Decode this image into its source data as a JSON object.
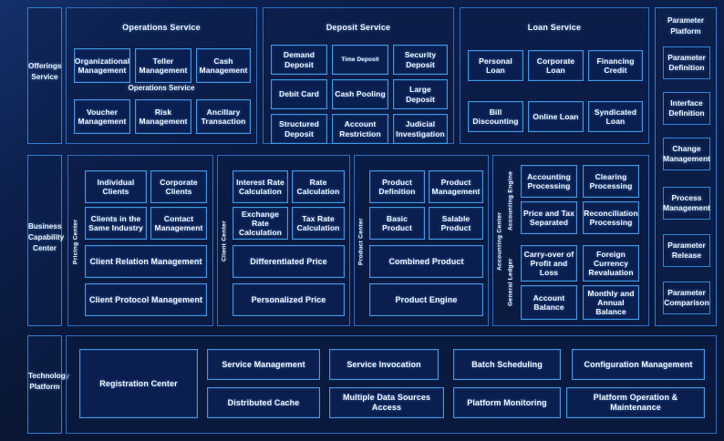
{
  "meta": {
    "title": "Banking Platform Architecture",
    "colors": {
      "background": "#0a1a3f",
      "panel_border": "#2e7fd6",
      "cell_border": "#3d9ae8",
      "text": "#f2f7ff"
    }
  },
  "rails": [
    {
      "name": "offerings-service",
      "label": "Offerings\nService",
      "line1": "Offerings",
      "line2": "Service"
    },
    {
      "name": "business-capability-center",
      "label": "Business Capability Center",
      "line1": "Business",
      "line2": "Capability",
      "line3": "Center"
    },
    {
      "name": "technology-platform",
      "label": "Technology Platform",
      "line1": "Technology",
      "line2": "Platform"
    }
  ],
  "offerings": {
    "groups": [
      {
        "id": "operations-service",
        "title": "Operations Service",
        "mid_label": "Operations Service",
        "cells": [
          "Organizational Management",
          "Teller Management",
          "Cash Management",
          "Voucher Management",
          "Risk Management",
          "Ancillary Transaction"
        ]
      },
      {
        "id": "deposit-service",
        "title": "Deposit Service",
        "mid_label": "",
        "cells": [
          "Demand Deposit",
          "Time Deposit",
          "Security Deposit",
          "Debit Card",
          "Cash Pooling",
          "Large Deposit",
          "Structured Deposit",
          "Account Restriction",
          "Judicial Investigation"
        ]
      },
      {
        "id": "loan-service",
        "title": "Loan Service",
        "mid_label": "",
        "cells": [
          "Personal Loan",
          "Corporate Loan",
          "Financing Credit",
          "Bill Discounting",
          "Online Loan",
          "Syndicated Loan"
        ]
      }
    ]
  },
  "business": {
    "groups": [
      {
        "id": "pricing-center",
        "vlabel": "Pricing Center",
        "cells2": [
          "Individual Clients",
          "Corporate Clients",
          "Clients in the Same Industry",
          "Contact Management"
        ],
        "wide": [
          "Client Relation Management",
          "Client Protocol Management"
        ]
      },
      {
        "id": "client-center",
        "vlabel": "Client Center",
        "cells2": [
          "Interest Rate Calculation",
          "Rate Calculation",
          "Exchange Rate Calculation",
          "Tax Rate Calculation"
        ],
        "wide": [
          "Differentiated Price",
          "Personalized Price"
        ]
      },
      {
        "id": "product-center",
        "vlabel": "Product Center",
        "cells2": [
          "Product Definition",
          "Product Management",
          "Basic Product",
          "Salable Product"
        ],
        "wide": [
          "Combined Product",
          "Product Engine"
        ]
      },
      {
        "id": "accounting-center",
        "vlabel": "Accounting Center",
        "sub": [
          {
            "vlabel": "Accounting Engine",
            "cells": [
              "Accounting Processing",
              "Clearing Processing",
              "Price and Tax Separated",
              "Reconciliation Processing"
            ]
          },
          {
            "vlabel": "General Ledger",
            "cells": [
              "Carry-over of Profit and Loss",
              "Foreign Currency Revaluation",
              "Account Balance",
              "Monthly and Annual Balance"
            ]
          }
        ]
      }
    ]
  },
  "parameter_platform": {
    "title_line1": "Parameter",
    "title_line2": "Platform",
    "items": [
      "Parameter Definition",
      "Interface Definition",
      "Change Management",
      "Process Management",
      "Parameter Release",
      "Parameter Comparison"
    ]
  },
  "technology": {
    "registration": "Registration Center",
    "columns": [
      [
        "Service Management",
        "Distributed Cache"
      ],
      [
        "Service Invocation",
        "Multiple Data Sources Access"
      ],
      [
        "Batch Scheduling",
        "Platform Monitoring"
      ],
      [
        "Configuration Management",
        "Platform Operation & Maintenance"
      ]
    ]
  }
}
